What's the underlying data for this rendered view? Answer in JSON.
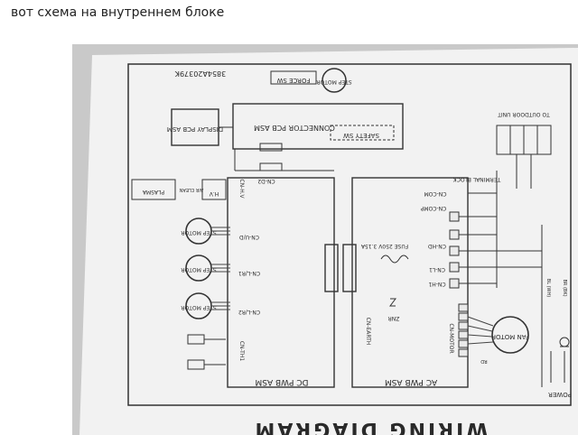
{
  "caption": "вот схема на внутреннем блоке",
  "diagram": {
    "part_number": "3854A20379K",
    "title": "WIRING DIAGRAM",
    "labels": {
      "step_motor_top": "STEP MOTOR",
      "force_sw": "FORCE SW",
      "display_pcb": "DISPLAY PCB ASM",
      "connector_pcb": "CONNECTOR PCB ASM",
      "safety_sw": "SAFETY SW",
      "plasma": "PLASMA",
      "air_clean": "AIR CLEAN",
      "hv": "H.V",
      "cn_hv": "CN-H.V",
      "cn_d2": "CN-D2",
      "cn_ud": "CN-U/D",
      "cn_lr1": "CN-L/R1",
      "cn_lr2": "CN-L/R2",
      "cn_th1": "CN-TH1",
      "step_motor_1": "STEP MOTOR",
      "step_motor_2": "STEP MOTOR",
      "step_motor_3": "STEP MOTOR",
      "dc_pwb": "DC PWB ASM",
      "ac_pwb": "AC PWB ASM",
      "cn_com": "CN-COM",
      "cn_comp": "CN-COMP",
      "cn_hd": "CN-HD",
      "cn_l1": "CN-L1",
      "cn_h1": "CN-H1",
      "cn_earth": "CN-EARTH",
      "cn_motor": "CN-MOTOR",
      "fuse": "FUSE 250V 3.15A",
      "znr": "ZNR",
      "terminal_block": "TERMINAL BLOCK",
      "to_outdoor": "TO OUTDOOR UNIT",
      "fan_motor": "FAN MOTOR",
      "power": "POWER",
      "bl_wh": "BL (WH)",
      "br_bk": "BR (BK)",
      "rd": "RD"
    }
  }
}
